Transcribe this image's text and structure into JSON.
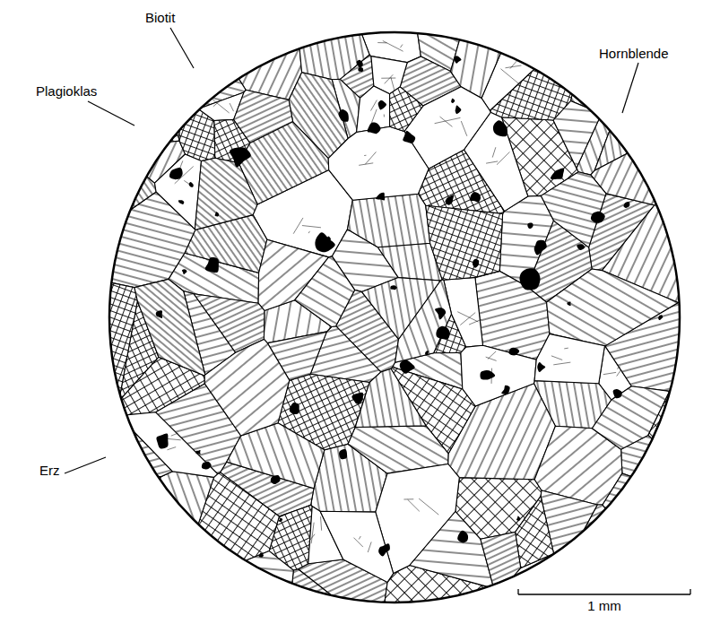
{
  "diagram": {
    "labels": [
      "Biotit",
      "Plagioklas",
      "Hornblende",
      "Erz",
      "1 mm"
    ]
  }
}
